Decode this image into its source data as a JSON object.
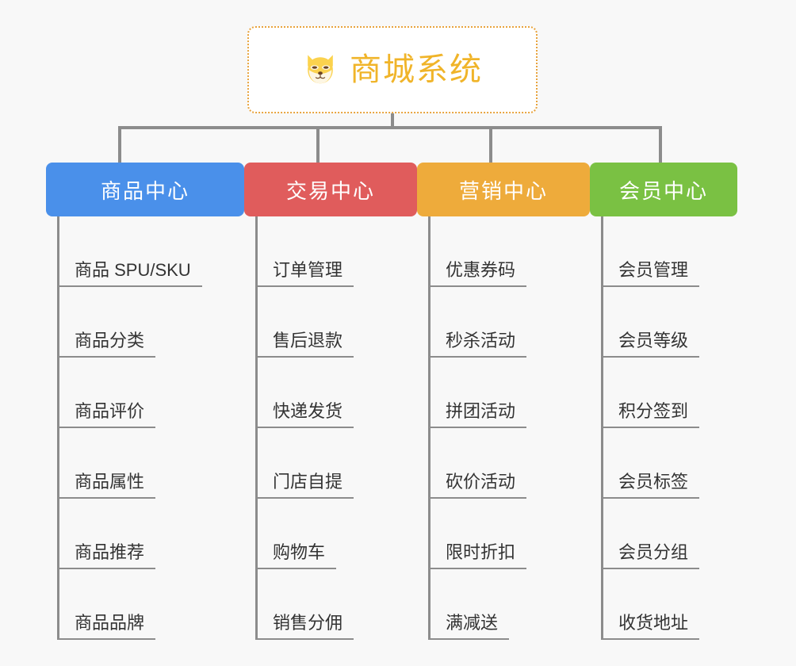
{
  "page": {
    "background_color": "#f8f8f8",
    "line_color": "#8c8c8c"
  },
  "root": {
    "title": "商城系统",
    "icon": "shiba-dog-icon",
    "title_color": "#f0b429",
    "border_color": "#e8a33d"
  },
  "columns": [
    {
      "id": "product-center",
      "label": "商品中心",
      "color": "#4a90ea",
      "items": [
        "商品 SPU/SKU",
        "商品分类",
        "商品评价",
        "商品属性",
        "商品推荐",
        "商品品牌"
      ]
    },
    {
      "id": "trade-center",
      "label": "交易中心",
      "color": "#e05c5c",
      "items": [
        "订单管理",
        "售后退款",
        "快递发货",
        "门店自提",
        "购物车",
        "销售分佣"
      ]
    },
    {
      "id": "marketing-center",
      "label": "营销中心",
      "color": "#eeab3b",
      "items": [
        "优惠券码",
        "秒杀活动",
        "拼团活动",
        "砍价活动",
        "限时折扣",
        "满减送"
      ]
    },
    {
      "id": "member-center",
      "label": "会员中心",
      "color": "#7ac143",
      "items": [
        "会员管理",
        "会员等级",
        "积分签到",
        "会员标签",
        "会员分组",
        "收货地址"
      ]
    }
  ]
}
